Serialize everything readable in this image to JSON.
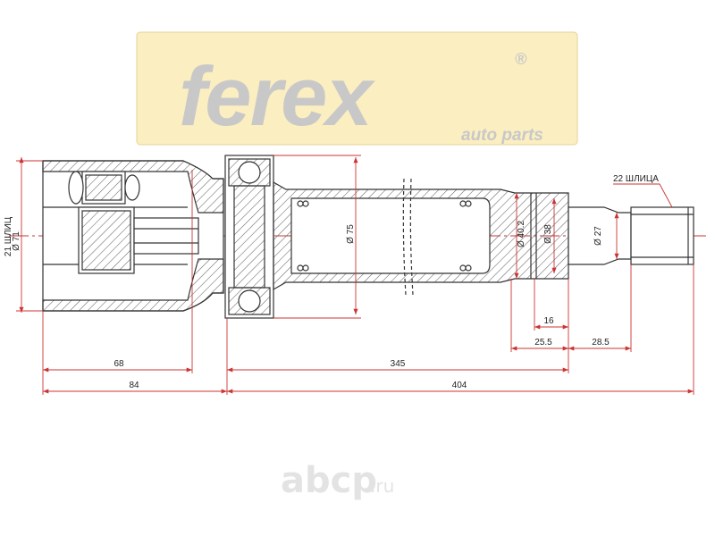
{
  "brand": {
    "name": "ferex",
    "registered_mark": "®",
    "tagline": "auto parts",
    "panel_color": "#fbeec0",
    "text_color": "#c8c8c8"
  },
  "colors": {
    "outline": "#333333",
    "dimension_line": "#cc3333",
    "center_line": "#cc3333",
    "hatch": "#555555"
  },
  "labels": {
    "outer_diameter": "Ø 71",
    "inner_splines": "21 ШЛИЦ",
    "outer_splines": "22 ШЛИЦА",
    "shaft_diameter": "Ø 75",
    "collar_diameter": "Ø 40.2",
    "bearing_seat_diameter": "Ø 38",
    "pin_diameter": "Ø 27"
  },
  "dimensions": {
    "seat_length": "16",
    "collar_length": "25.5",
    "pin_length": "28.5",
    "cup_length": "68",
    "shaft_length": "345",
    "joint_length": "84",
    "total_length": "404"
  },
  "watermark": {
    "site": "abcp",
    "suffix": ".ru"
  }
}
